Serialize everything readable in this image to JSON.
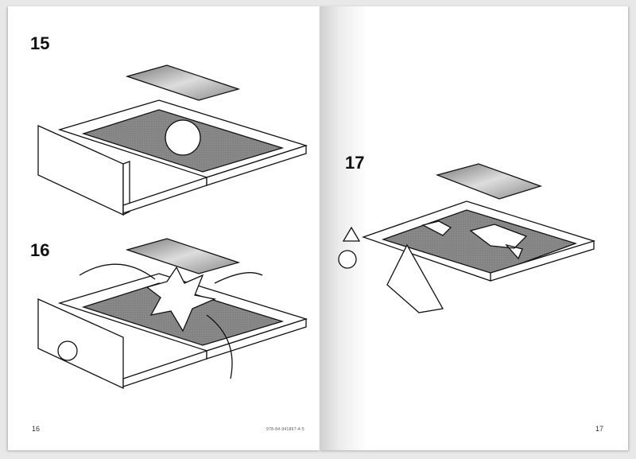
{
  "left_page": {
    "step_a": "15",
    "step_b": "16",
    "page_number": "16",
    "isbn": "978-84-941867-4-5"
  },
  "right_page": {
    "step": "17",
    "page_number": "17"
  }
}
